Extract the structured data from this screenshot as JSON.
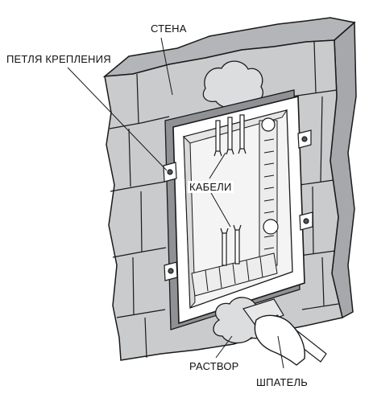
{
  "labels": {
    "wall": "СТЕНА",
    "mounting_loop": "ПЕТЛЯ КРЕПЛЕНИЯ",
    "cables": "КАБЕЛИ",
    "mortar": "РАСТВОР",
    "spatula": "ШПАТЕЛЬ"
  },
  "colors": {
    "wall_front": "#c9cbcd",
    "wall_side": "#b3b5b8",
    "wall_edge": "#a6a8ab",
    "outline": "#1a1a1a",
    "box_frame": "#ffffff",
    "mortar": "#dcdddf"
  }
}
